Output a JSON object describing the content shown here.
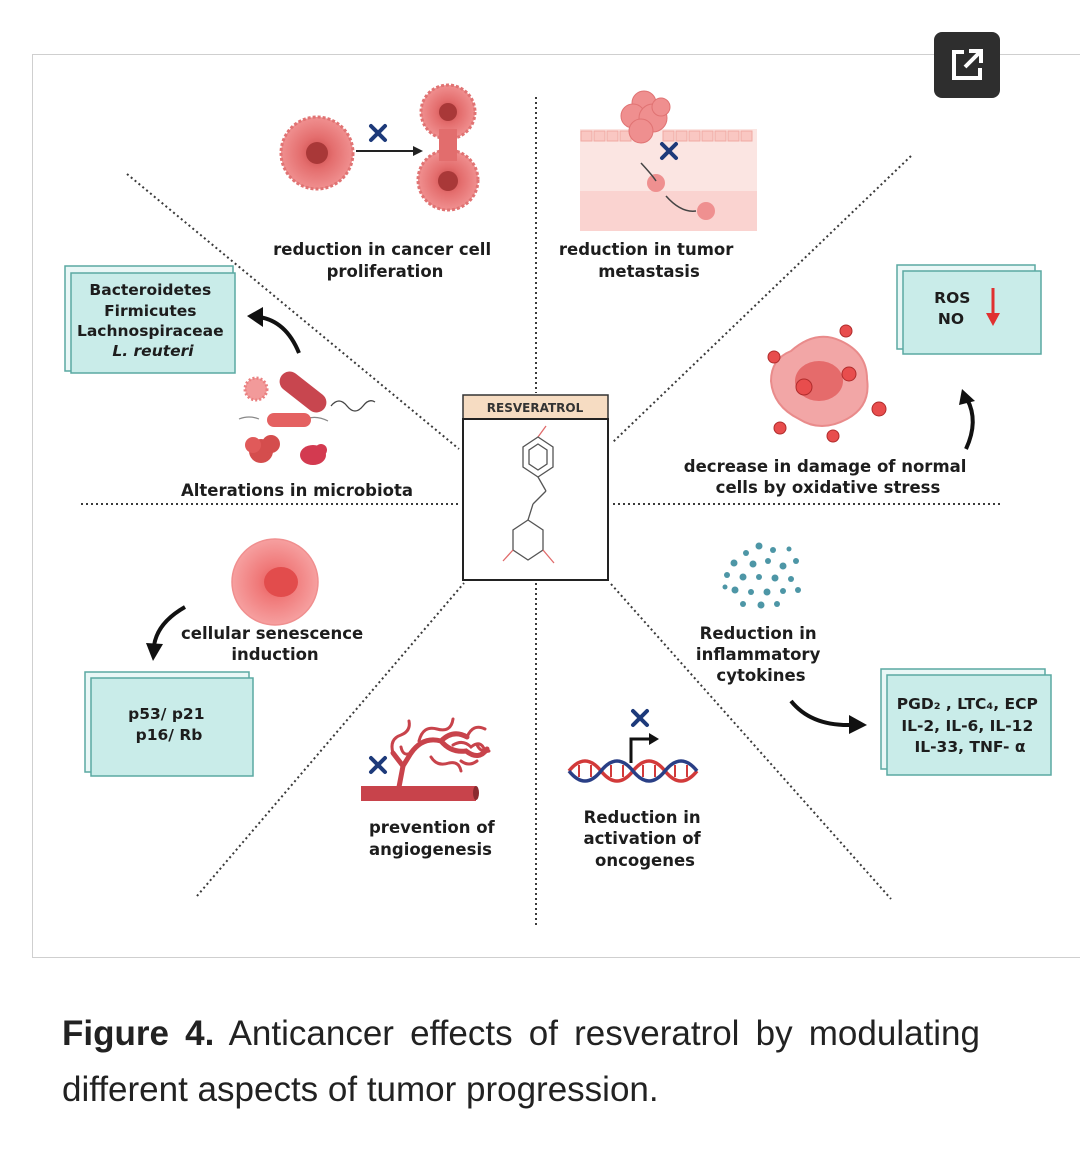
{
  "diagram": {
    "center_label": "RESVERATROL",
    "effects": {
      "proliferation": [
        "reduction in cancer cell",
        "proliferation"
      ],
      "metastasis": [
        "reduction in tumor",
        "metastasis"
      ],
      "microbiota": "Alterations in microbiota",
      "oxidative_stress": [
        "decrease in damage of normal",
        "cells by oxidative stress"
      ],
      "senescence": [
        "cellular senescence",
        "induction"
      ],
      "inflammation": [
        "Reduction in",
        "inflammatory",
        "cytokines"
      ],
      "angiogenesis": [
        "prevention of",
        "angiogenesis"
      ],
      "oncogenes": [
        "Reduction in",
        "activation of",
        "oncogenes"
      ]
    },
    "boxes": {
      "microbiota": [
        "Bacteroidetes",
        "Firmicutes",
        "Lachnospiraceae",
        "L. reuteri"
      ],
      "oxidative": [
        "ROS",
        "NO"
      ],
      "senescence": [
        "p53/ p21",
        "p16/ Rb"
      ],
      "cytokines": [
        "PGD₂ , LTC₄, ECP",
        "IL-2, IL-6, IL-12",
        "IL-33, TNF- α"
      ]
    },
    "colors": {
      "cell": "#e07373",
      "cell_dark": "#b84848",
      "box_fill": "#c9ece9",
      "box_stroke": "#5aa9a2",
      "dna_red": "#d23a3a",
      "dna_blue": "#2a3f86",
      "cytokine": "#4d96a6",
      "arrow_red": "#e03030"
    }
  },
  "caption": {
    "label": "Figure 4.",
    "text": "Anticancer effects of resveratrol by modulating different aspects of tumor progression."
  }
}
